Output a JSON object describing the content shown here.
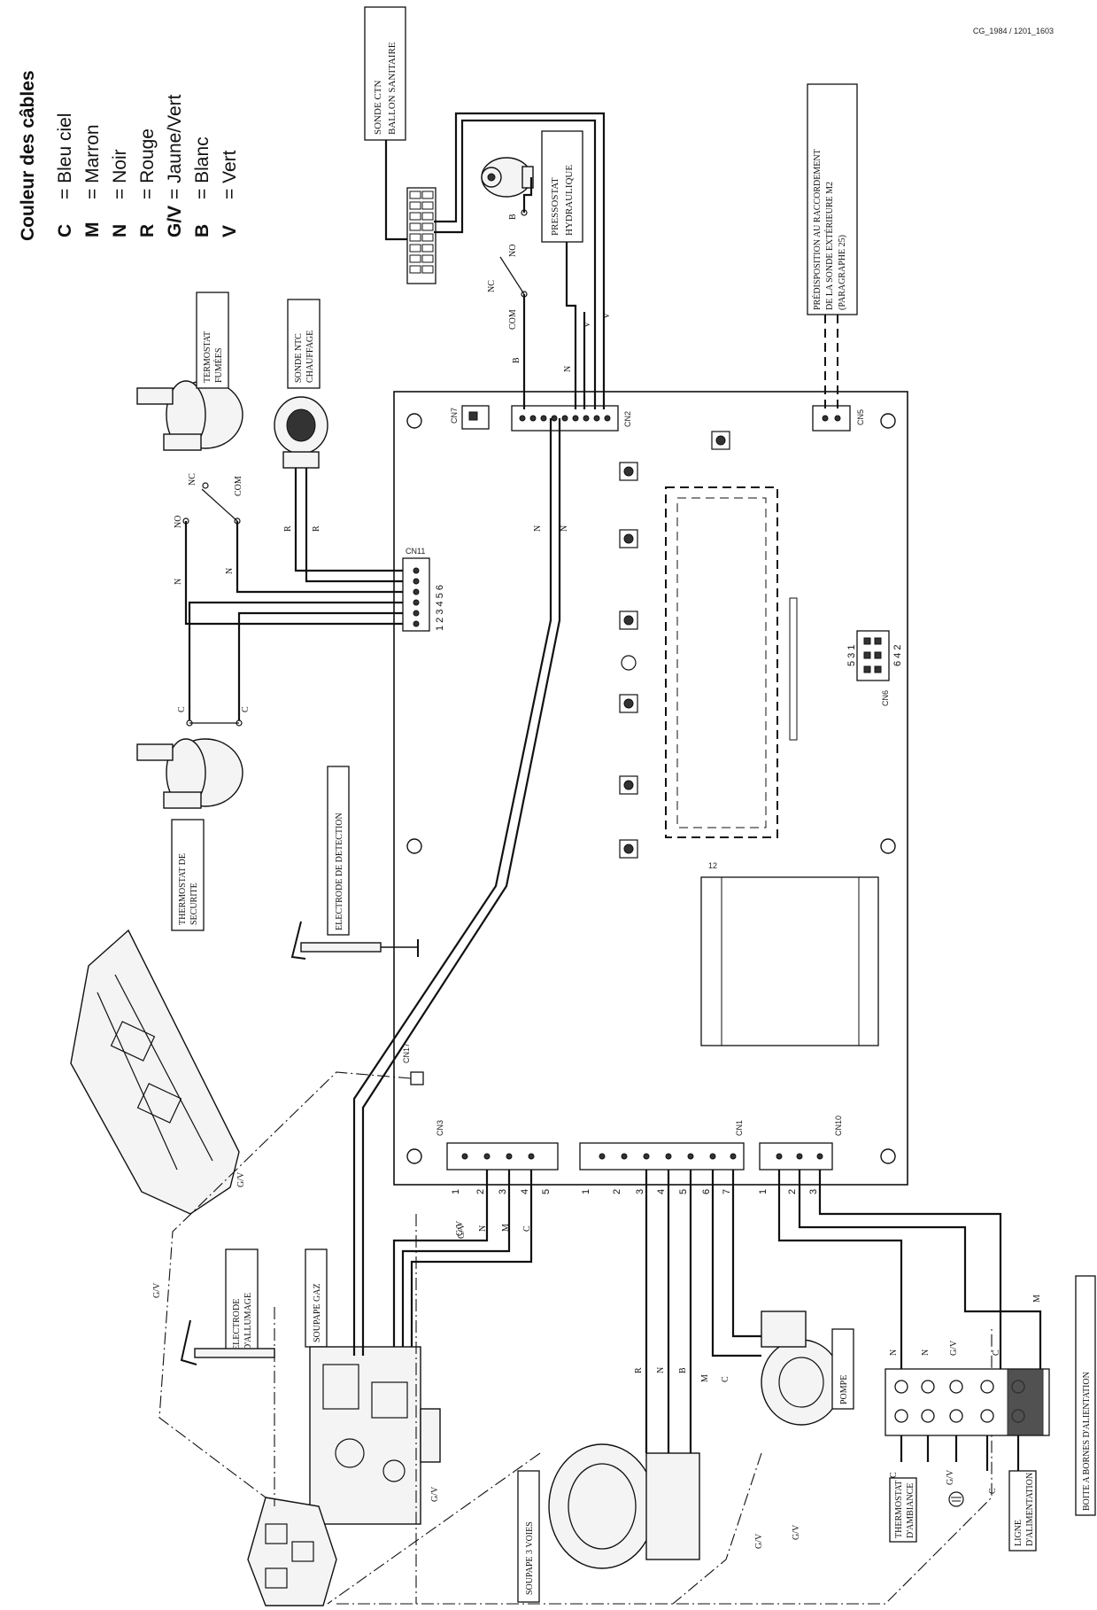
{
  "doc_code": "CG_1984 / 1201_1603",
  "legend": {
    "title": "Couleur des câbles",
    "entries": [
      {
        "code": "C",
        "meaning": "= Bleu ciel"
      },
      {
        "code": "M",
        "meaning": "= Marron"
      },
      {
        "code": "N",
        "meaning": "= Noir"
      },
      {
        "code": "R",
        "meaning": "= Rouge"
      },
      {
        "code": "G/V",
        "meaning": "= Jaune/Vert"
      },
      {
        "code": "B",
        "meaning": "= Blanc"
      },
      {
        "code": "V",
        "meaning": "= Vert"
      }
    ]
  },
  "components": {
    "sonde_ctn_1": "SONDE CTN",
    "sonde_ctn_2": "BALLON SANITAIRE",
    "pressostat_1": "PRESSOSTAT",
    "pressostat_2": "HYDRAULIQUE",
    "predisposition_1": "PRÉDISPOSITION AU RACCORDEMENT",
    "predisposition_2": "DE LA SONDE EXTÉRIEURE M2",
    "predisposition_3": "(PARAGRAPHE 25)",
    "thermo_fumees_1": "TERMOSTAT",
    "thermo_fumees_2": "FUMÉES",
    "sonde_ntc_1": "SONDE NTC",
    "sonde_ntc_2": "CHAUFFAGE",
    "thermo_securite_1": "THERMOSTAT DE",
    "thermo_securite_2": "SECURITE",
    "electrode_detection": "ELECTRODE DE DETECTION",
    "electrode_allumage_1": "ELECTRODE",
    "electrode_allumage_2": "D'ALLUMAGE",
    "soupape_gaz": "SOUPAPE GAZ",
    "soupape_3_voies": "SOUPAPE 3 VOIES",
    "pompe": "POMPE",
    "thermostat_ambiance_1": "THERMOSTAT",
    "thermostat_ambiance_2": "D'AMBIANCE",
    "ligne_alimentation_1": "LIGNE",
    "ligne_alimentation_2": "D'ALIMENTATION",
    "boite_bornes": "BOITE A BORNES D'ALIENTATION"
  },
  "connectors": {
    "cn7": "CN7",
    "cn2": "CN2",
    "cn5": "CN5",
    "cn11": "CN11",
    "cn6": "CN6",
    "cn17": "CN17",
    "cn3": "CN3",
    "cn1": "CN1",
    "cn10": "CN10",
    "t2": "12",
    "cn11_pins": "1 2 3 4 5 6",
    "cn6_top": "5 3 1",
    "cn6_bottom": "6 4 2"
  },
  "wire_labels": {
    "no": "NO",
    "nc": "NC",
    "com": "COM",
    "n": "N",
    "r": "R",
    "b": "B",
    "c": "C",
    "m": "M",
    "v": "V",
    "gv": "G/V"
  }
}
